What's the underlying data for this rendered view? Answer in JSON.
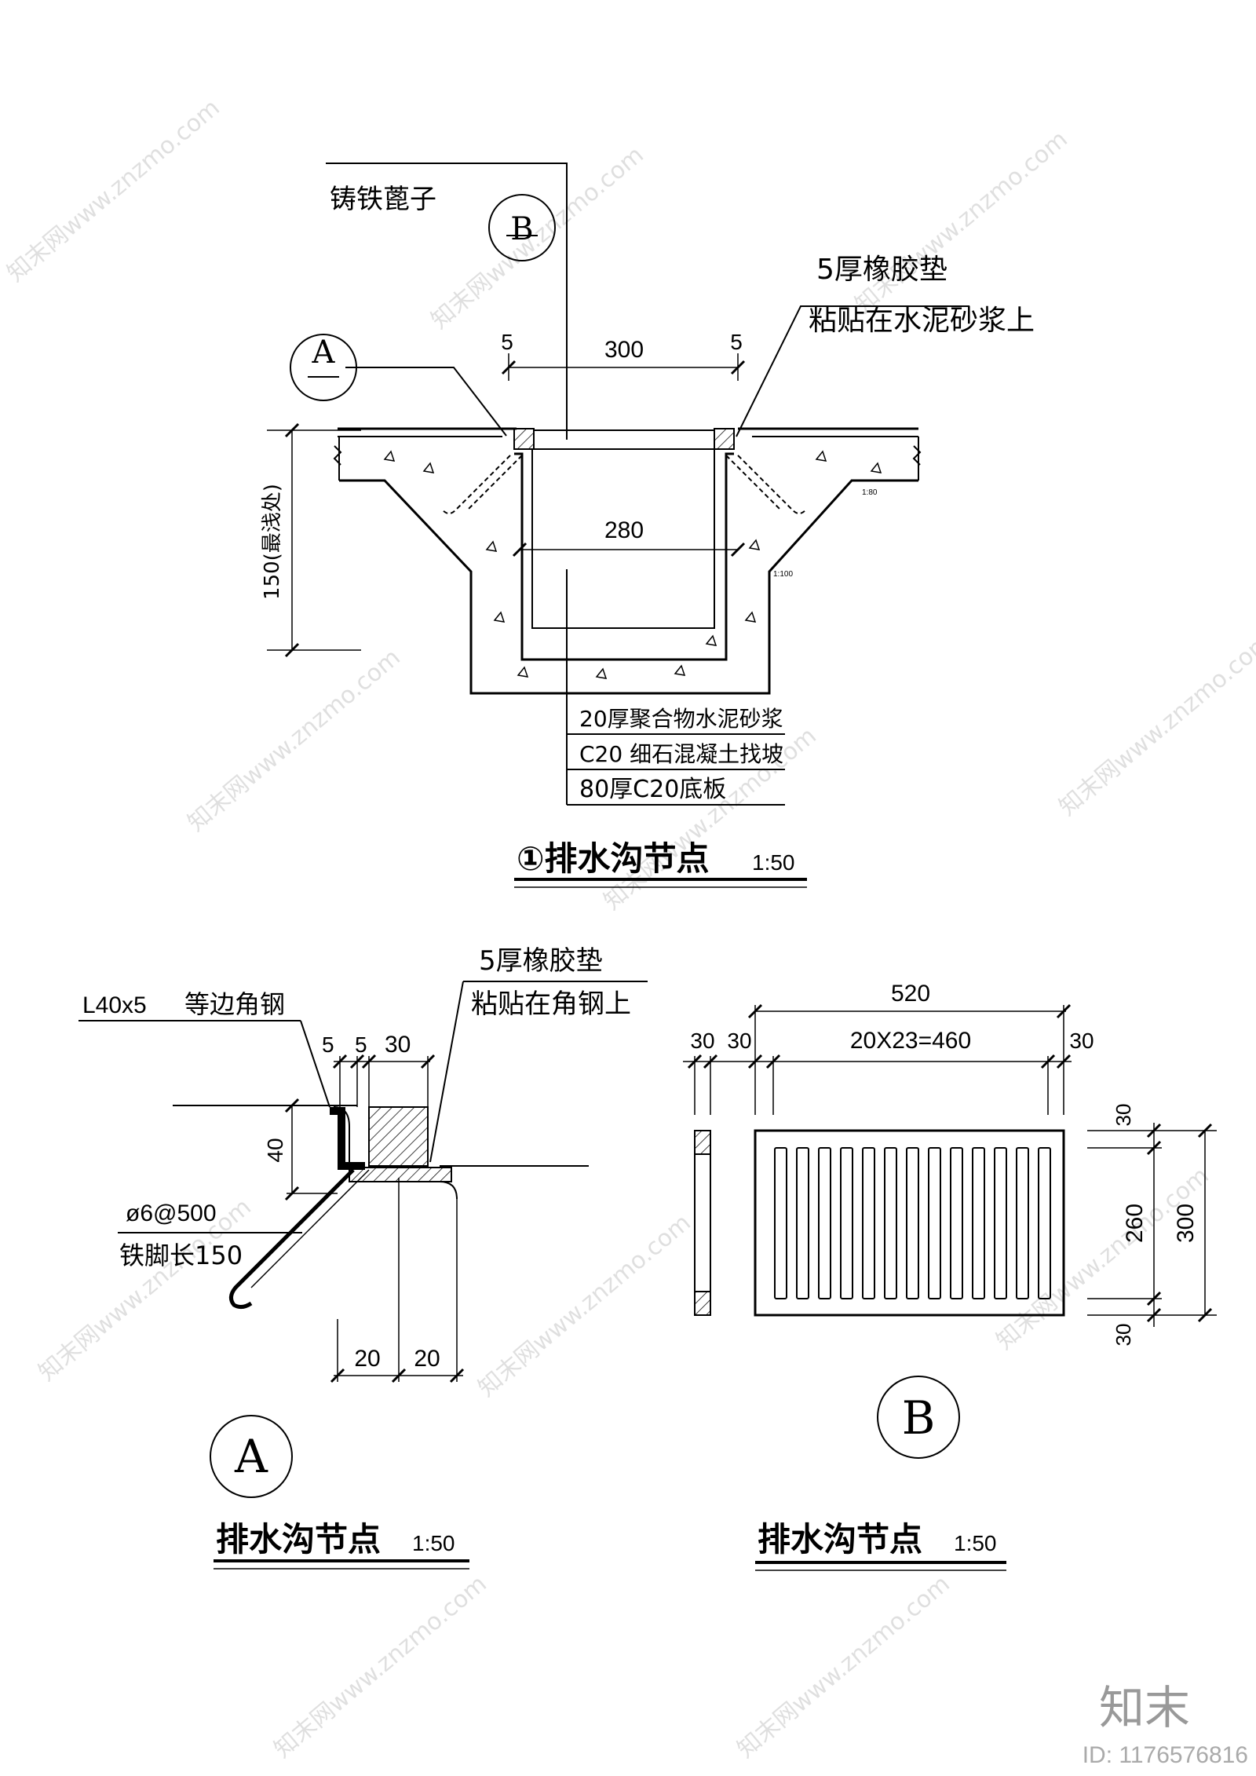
{
  "detail1": {
    "label_grate": "铸铁蓖子",
    "ref_b": "B",
    "ref_a": "A",
    "gasket_line1": "5厚橡胶垫",
    "gasket_line2": "粘贴在水泥砂浆上",
    "dim_5_left": "5",
    "dim_300": "300",
    "dim_5_right": "5",
    "dim_280": "280",
    "dim_150": "150(最浅处)",
    "slope_small_1": "1:80",
    "slope_small_2": "1:100",
    "layer_1": "20厚聚合物水泥砂浆",
    "layer_2": "C20 细石混凝土找坡",
    "layer_3": "80厚C20底板",
    "title": "①排水沟节点",
    "scale": "1:50"
  },
  "detailA": {
    "angle_label": "L40x5",
    "angle_desc": "等边角钢",
    "gasket_line1": "5厚橡胶垫",
    "gasket_line2": "粘贴在角钢上",
    "dim_5a": "5",
    "dim_5b": "5",
    "dim_30": "30",
    "dim_40": "40",
    "rebar_line1": "ø6@500",
    "rebar_line2": "铁脚长150",
    "dim_20a": "20",
    "dim_20b": "20",
    "mark": "A",
    "title": "排水沟节点",
    "scale": "1:50"
  },
  "detailB": {
    "dim_520": "520",
    "dim_30_left1": "30",
    "dim_30_left2": "30",
    "dim_460": "20X23=460",
    "dim_30_right": "30",
    "dim_30_top": "30",
    "dim_260": "260",
    "dim_300": "300",
    "dim_30_bottom": "30",
    "mark": "B",
    "title": "排水沟节点",
    "scale": "1:50"
  },
  "watermark": {
    "brand": "知末",
    "id": "ID: 1176576816",
    "repeat_text": "知末网www.znzmo.com"
  }
}
